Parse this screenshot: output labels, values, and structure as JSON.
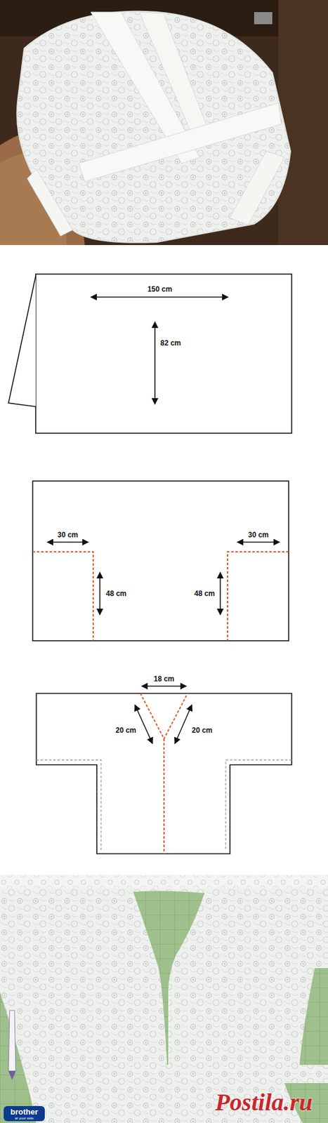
{
  "diagram": {
    "labels": [
      "150 cm",
      "82 cm",
      "30 cm",
      "30 cm",
      "48 cm",
      "48 cm",
      "18 cm",
      "20 cm",
      "20 cm",
      "brother",
      "at your side",
      "Postila.ru"
    ]
  }
}
